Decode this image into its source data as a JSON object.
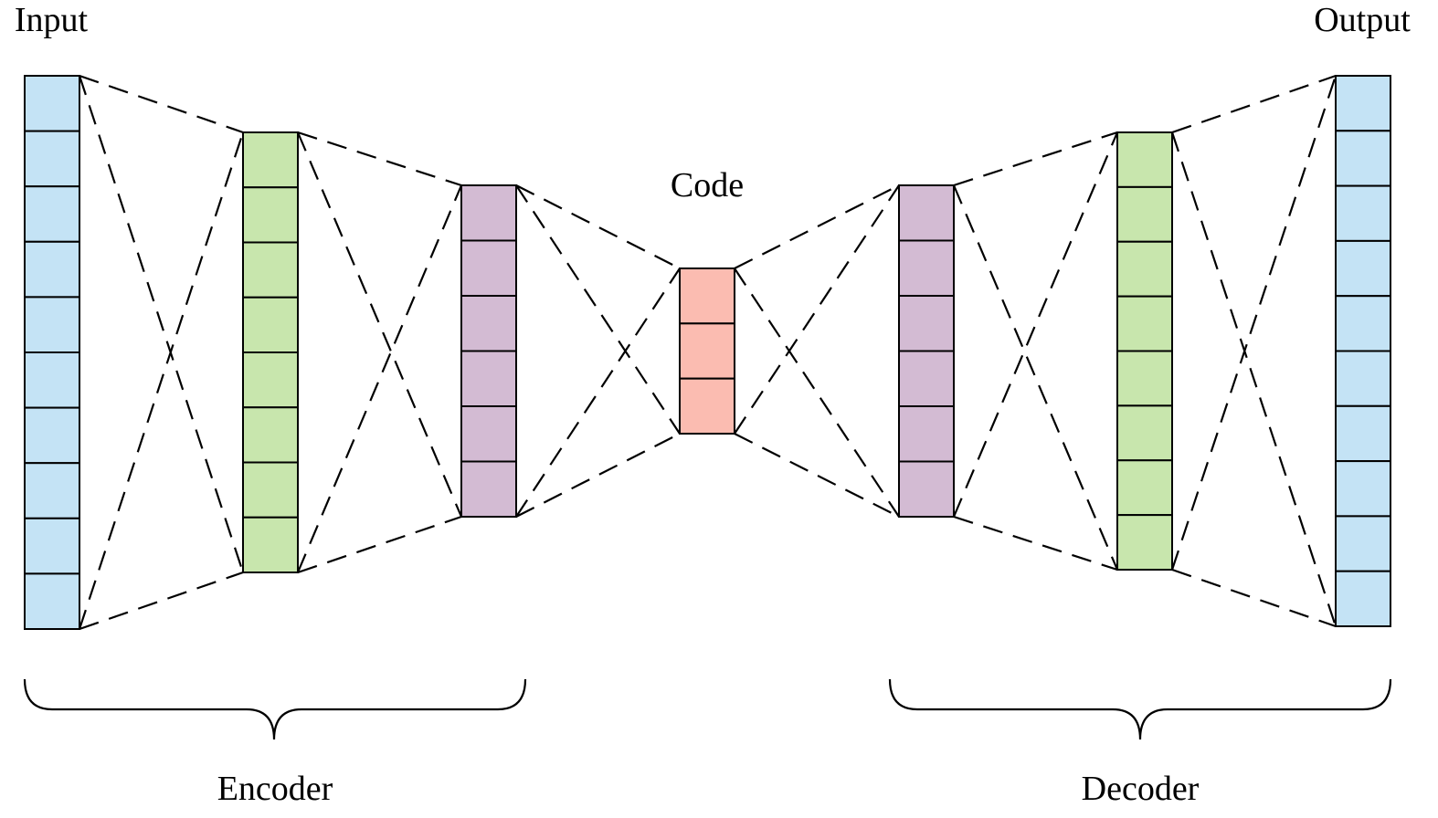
{
  "labels": {
    "input": "Input",
    "output": "Output",
    "code": "Code",
    "encoder": "Encoder",
    "decoder": "Decoder"
  },
  "layers": [
    {
      "id": "input-layer",
      "units": 10,
      "color": "#c4e3f5"
    },
    {
      "id": "encoder-hidden-1",
      "units": 8,
      "color": "#c8e6ad"
    },
    {
      "id": "encoder-hidden-2",
      "units": 6,
      "color": "#d3bbd3"
    },
    {
      "id": "code-layer",
      "units": 3,
      "color": "#fbbcb1"
    },
    {
      "id": "decoder-hidden-1",
      "units": 6,
      "color": "#d3bbd3"
    },
    {
      "id": "decoder-hidden-2",
      "units": 8,
      "color": "#c8e6ad"
    },
    {
      "id": "output-layer",
      "units": 10,
      "color": "#c4e3f5"
    }
  ]
}
